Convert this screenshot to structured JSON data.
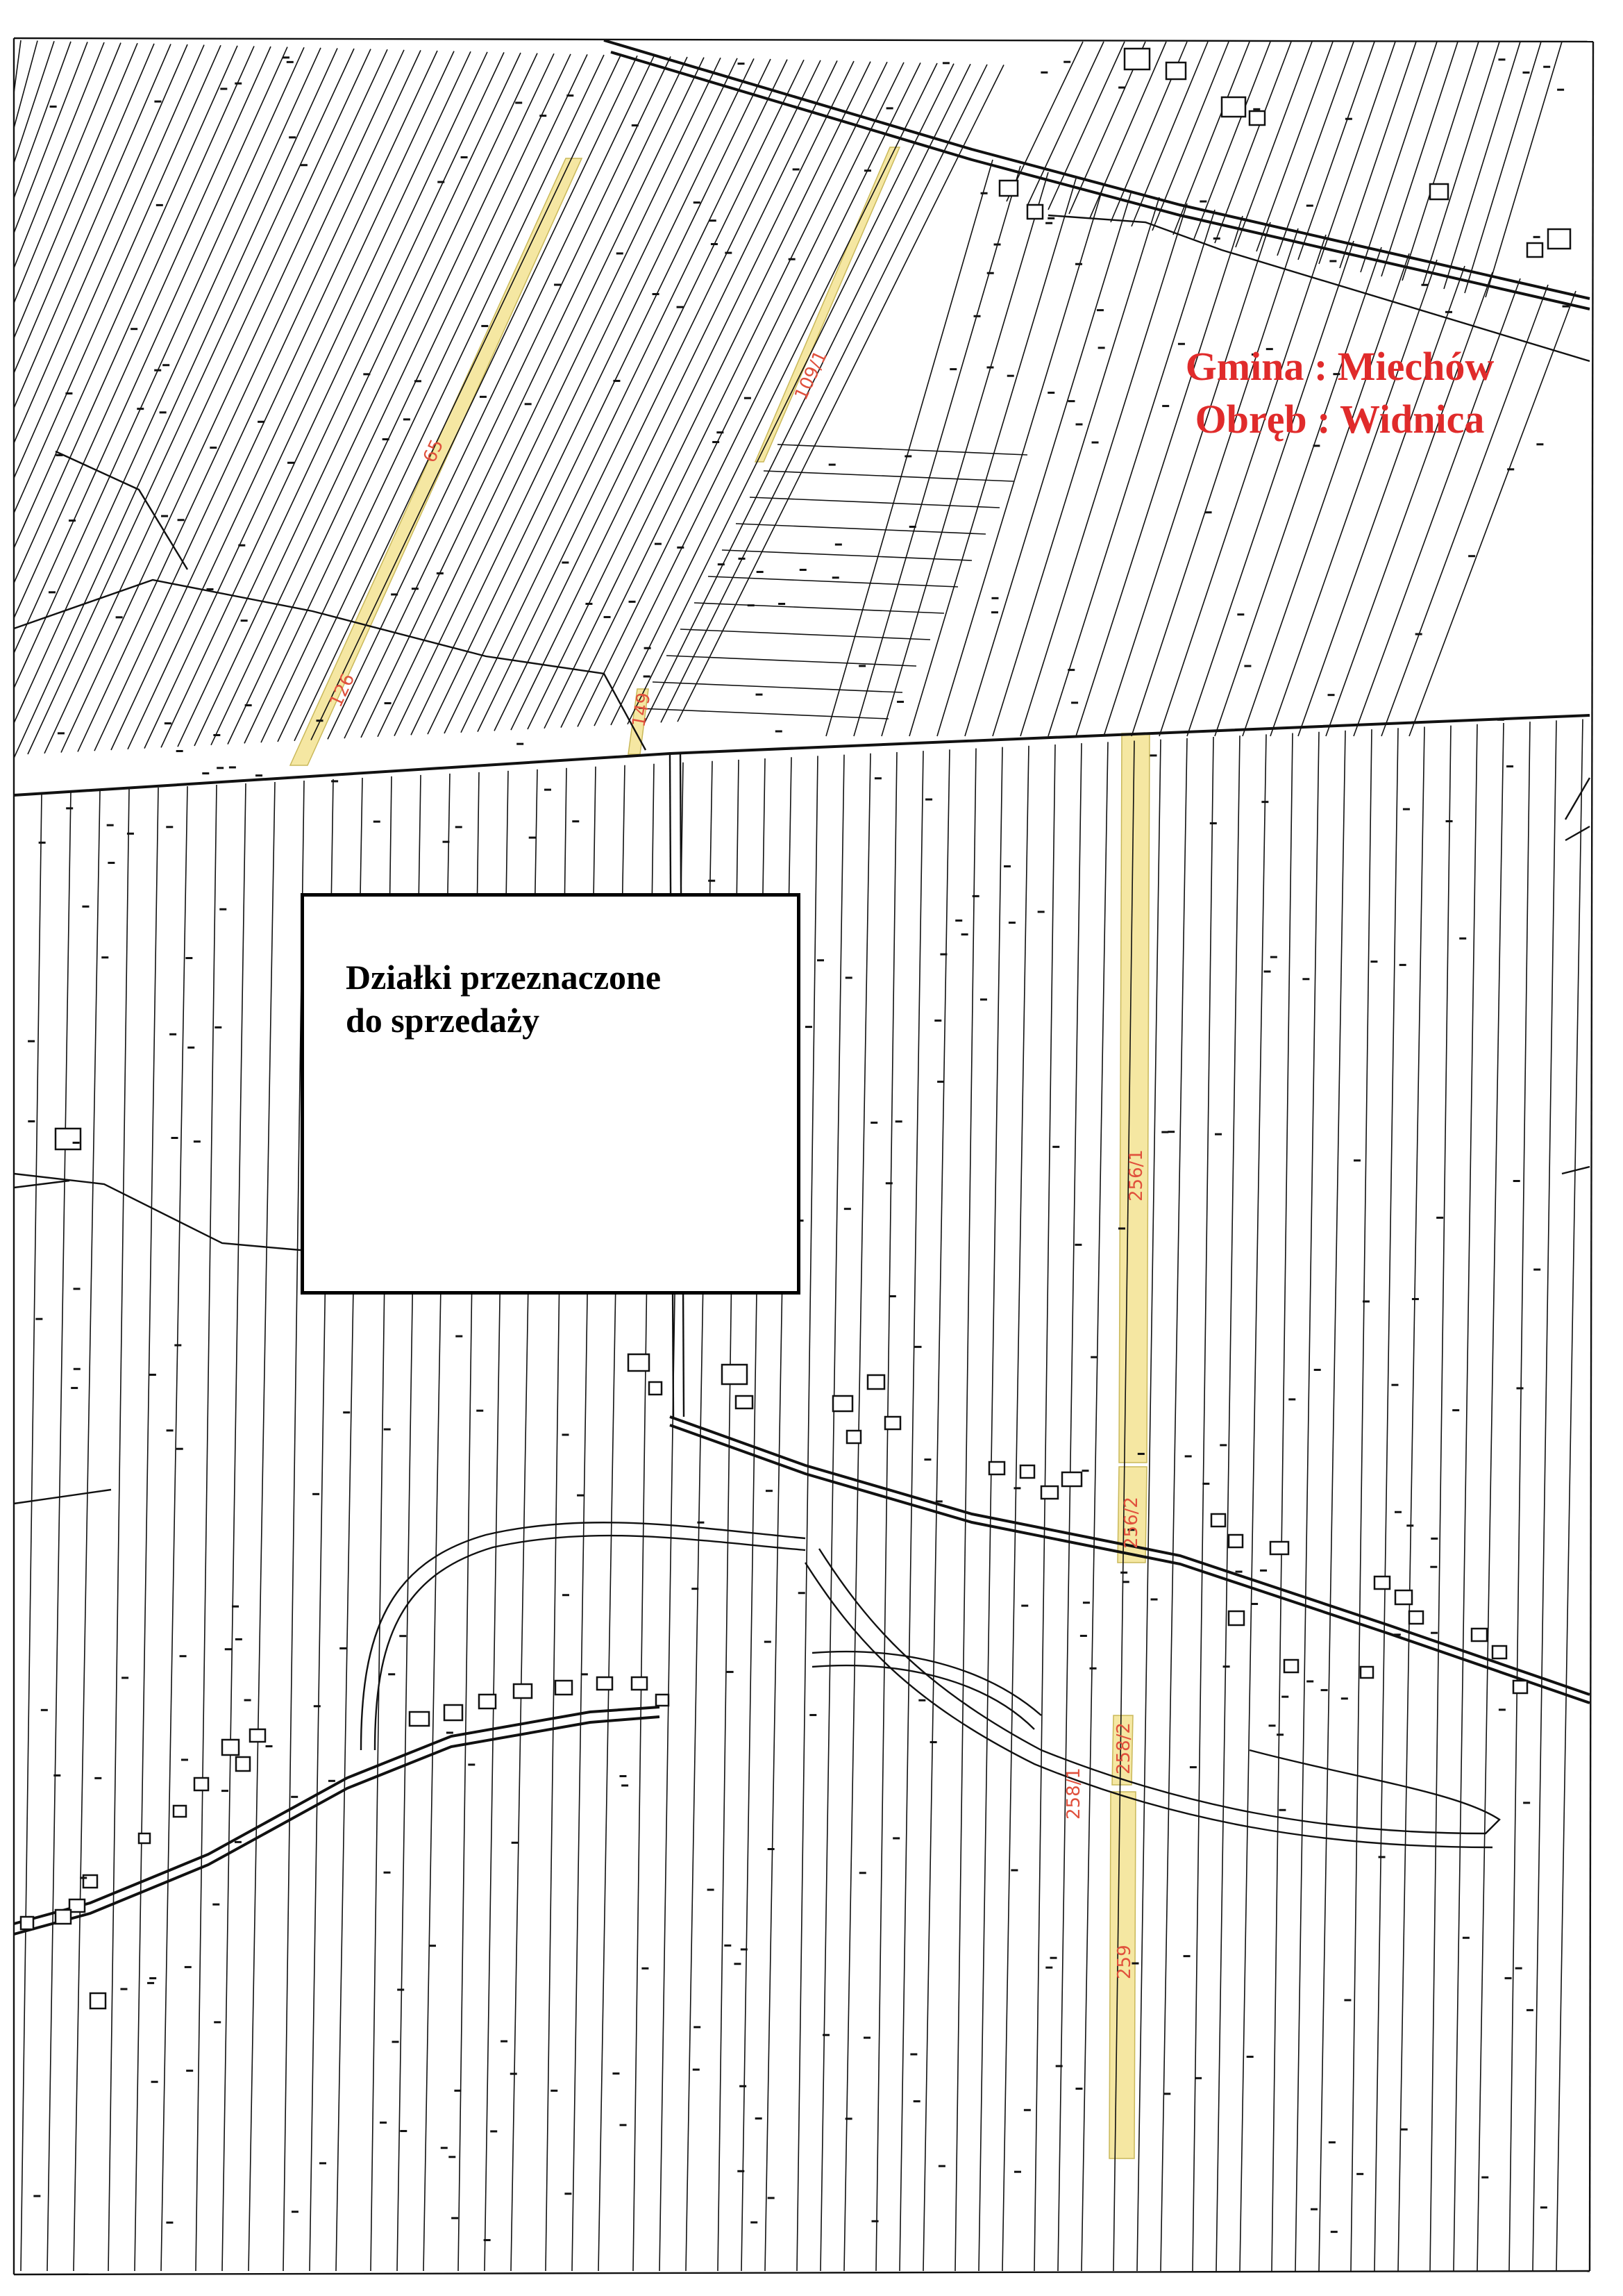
{
  "header": {
    "gmina_line": "Gmina : Miechów",
    "obreb_line": "Obręb : Widnica"
  },
  "legend": {
    "text_line1": "Działki przeznaczone",
    "text_line2": "do sprzedaży"
  },
  "plots": [
    {
      "id": "65",
      "label": "65",
      "highlighted": true
    },
    {
      "id": "126",
      "label": "126",
      "highlighted": true
    },
    {
      "id": "149",
      "label": "149",
      "highlighted": true
    },
    {
      "id": "109/1",
      "label": "109/1",
      "highlighted": true
    },
    {
      "id": "256/1",
      "label": "256/1",
      "highlighted": true
    },
    {
      "id": "256/2",
      "label": "256/2",
      "highlighted": true
    },
    {
      "id": "258/1",
      "label": "258/1",
      "highlighted": false
    },
    {
      "id": "258/2",
      "label": "258/2",
      "highlighted": true
    },
    {
      "id": "259",
      "label": "259",
      "highlighted": true
    }
  ],
  "colors": {
    "plot_fill": "#f5e7a2",
    "label_red": "#e02b2b",
    "plot_label": "#e0503c",
    "line": "#111111"
  }
}
